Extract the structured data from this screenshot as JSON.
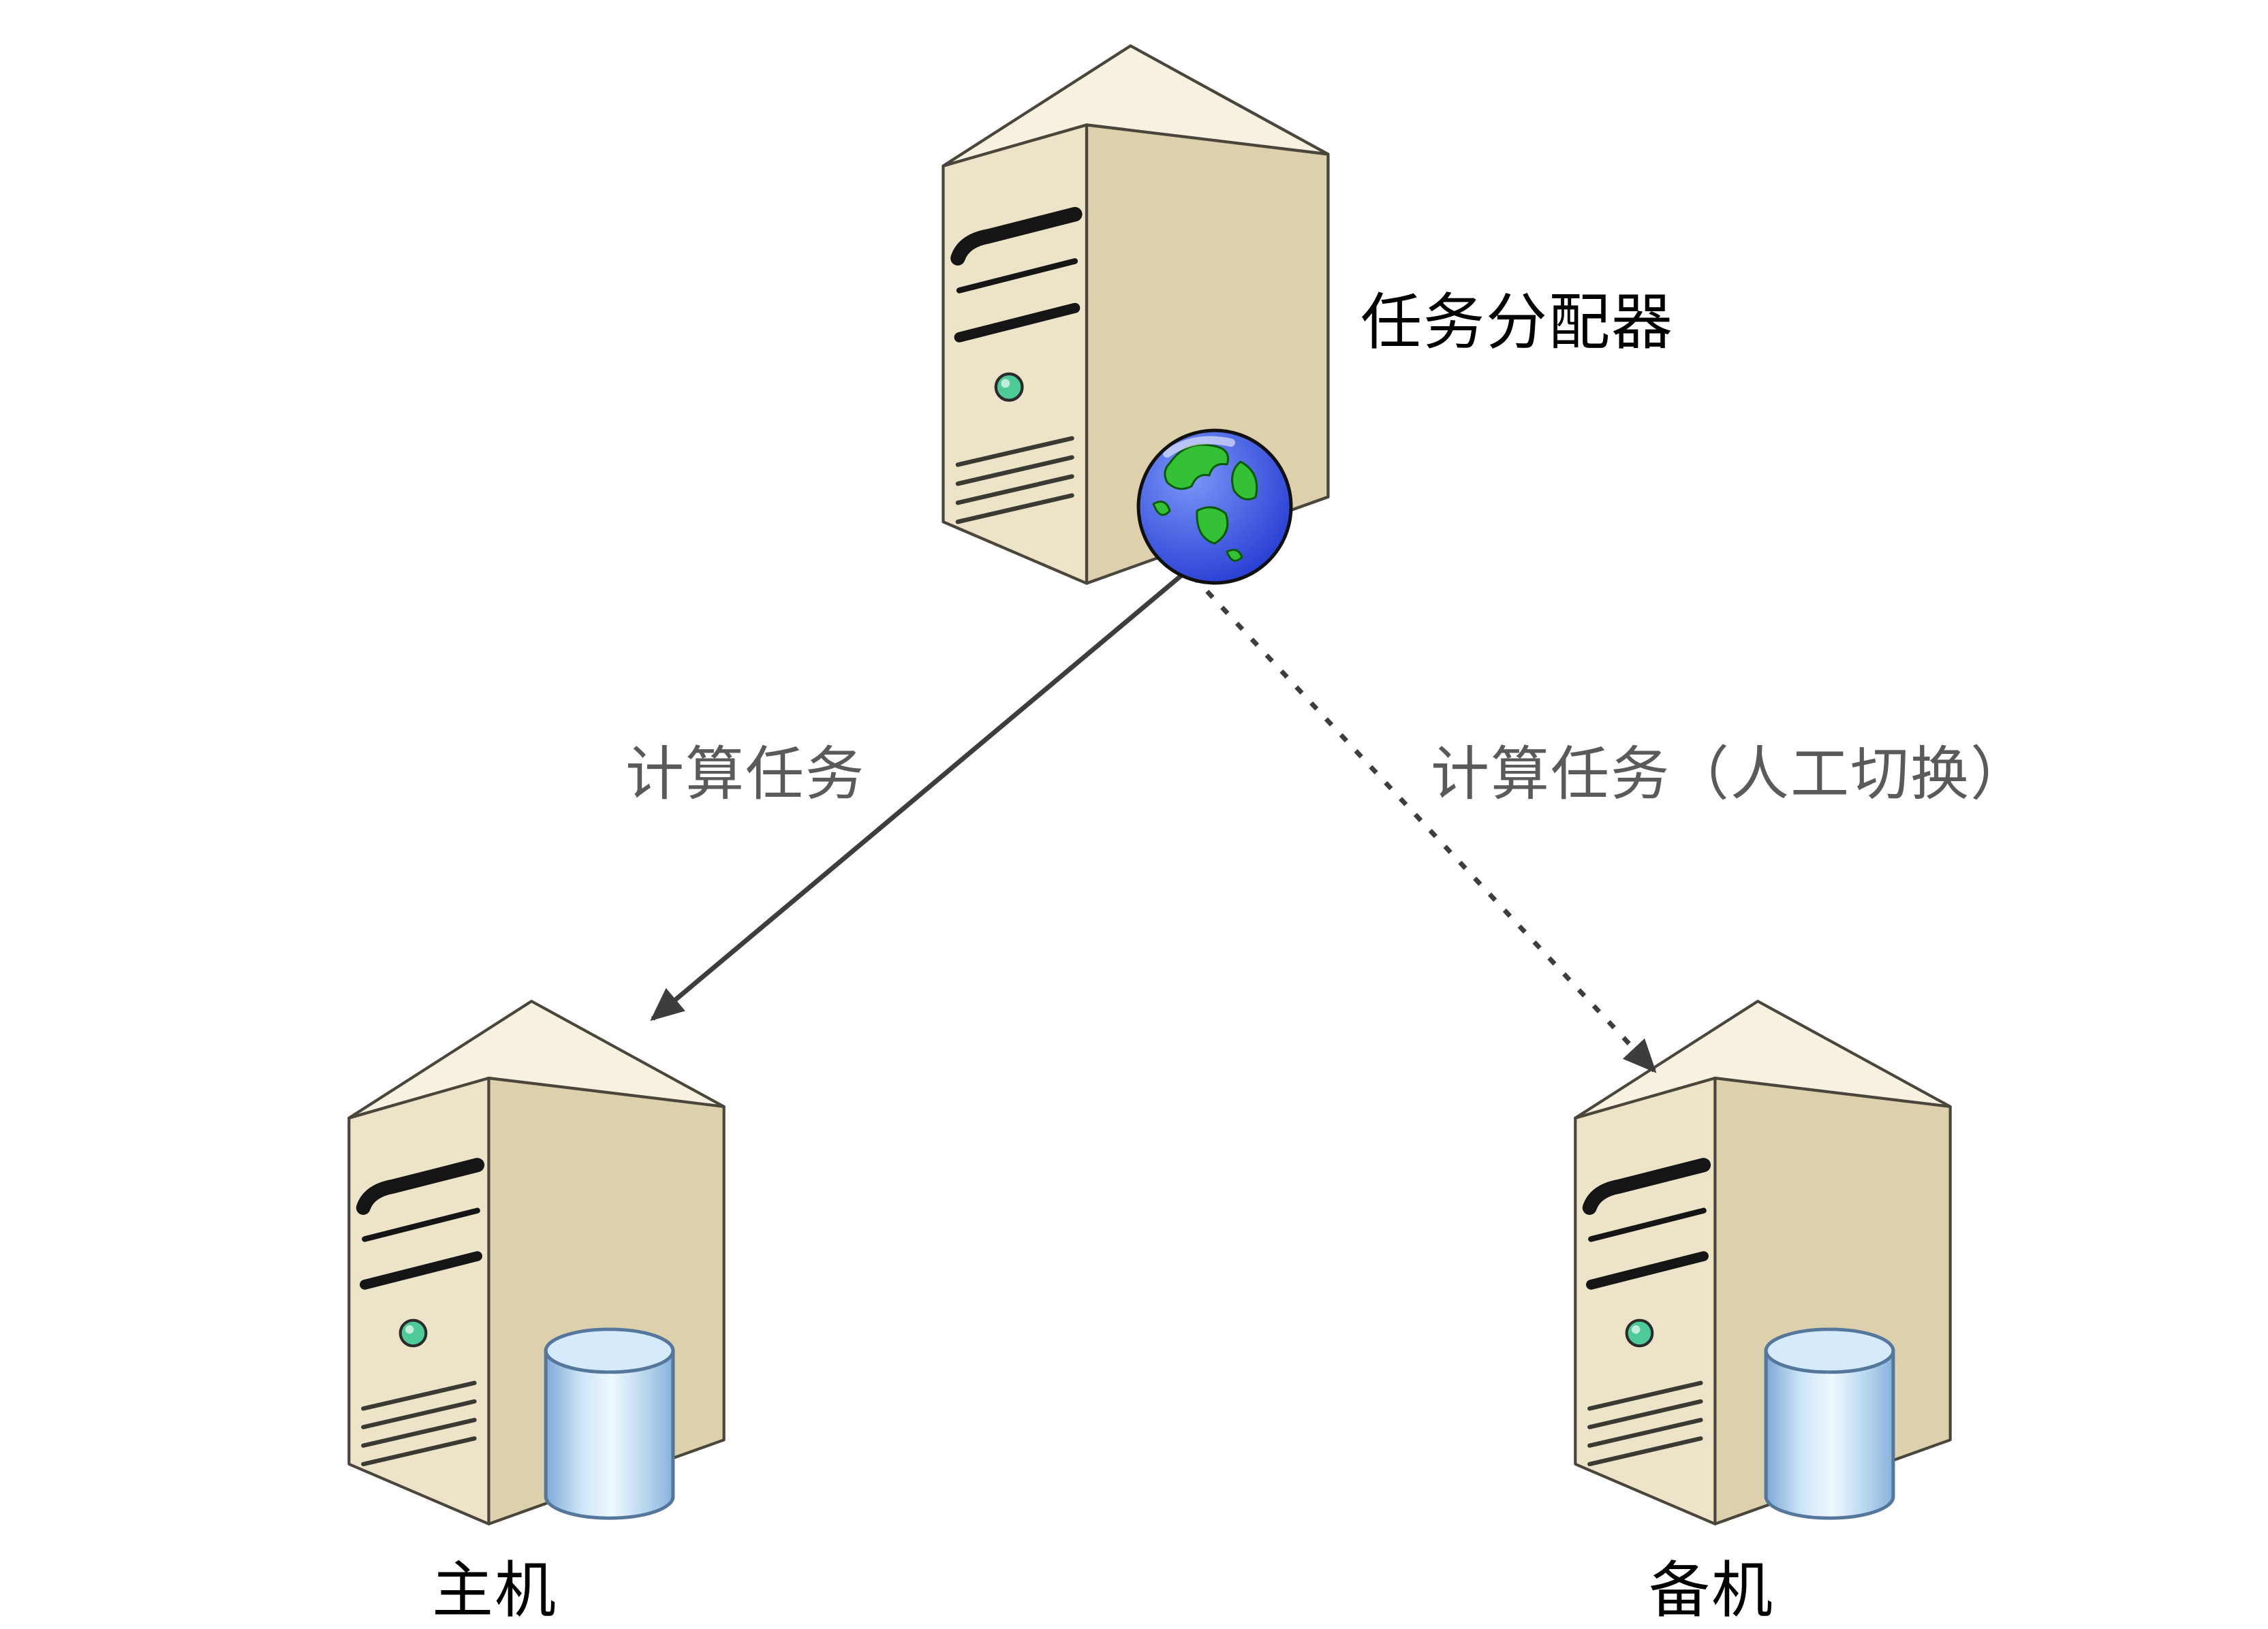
{
  "diagram": {
    "nodes": {
      "dispatcher": {
        "label": "任务分配器",
        "type": "server-with-globe"
      },
      "primary": {
        "label": "主机",
        "type": "server-with-database"
      },
      "backup": {
        "label": "备机",
        "type": "server-with-database"
      }
    },
    "edges": {
      "dispatcher_to_primary": {
        "label": "计算任务",
        "style": "solid",
        "from": "dispatcher",
        "to": "primary"
      },
      "dispatcher_to_backup": {
        "label": "计算任务（人工切换）",
        "style": "dotted",
        "from": "dispatcher",
        "to": "backup"
      }
    },
    "icons": {
      "server": "server-tower-icon",
      "globe": "globe-icon",
      "database": "database-cylinder-icon"
    },
    "colors": {
      "background": "#ffffff",
      "server_front": "#ece3c8",
      "server_side": "#ddd1ad",
      "server_top": "#f6f1e1",
      "outline": "#4a463c",
      "led": "#4ec998",
      "globe_ocean": "#1d33cf",
      "globe_land": "#35c135",
      "cylinder_light": "#d5eafa",
      "cylinder_dark": "#7fa9d6",
      "cylinder_stroke": "#55779c",
      "arrow": "#3d3d3d",
      "node_label": "#000000",
      "edge_label": "#5a5a5a"
    }
  }
}
